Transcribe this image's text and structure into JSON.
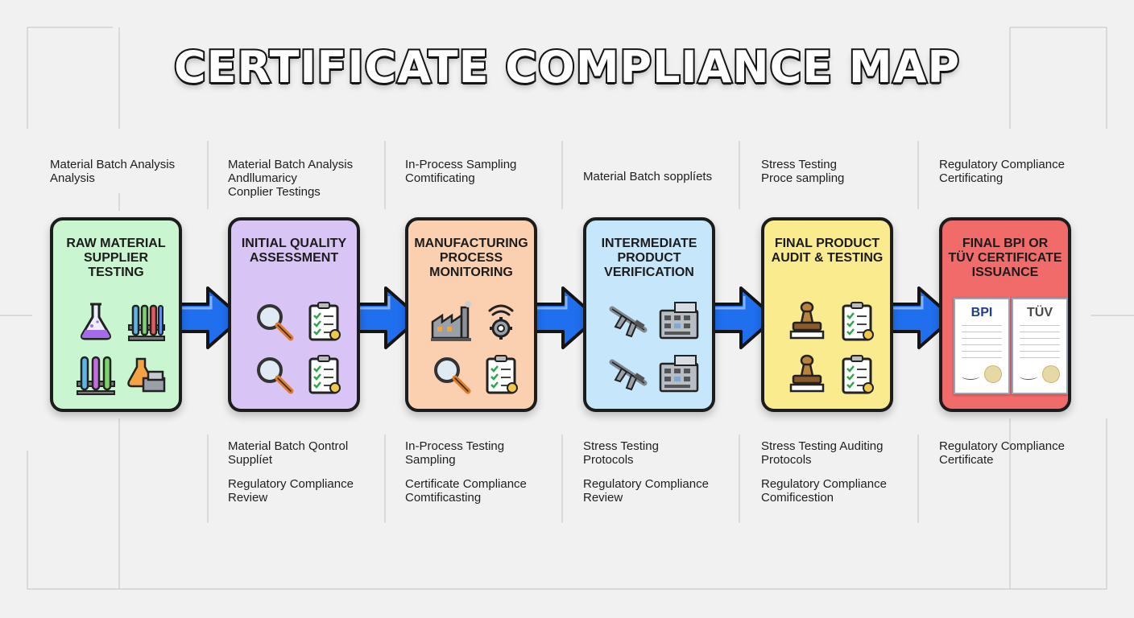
{
  "title": "CERTIFICATE COMPLIANCE MAP",
  "top_labels": [
    [
      "Material Batch Analysis",
      "Analysis"
    ],
    [
      "Material Batch Analysis",
      "Andllumaricy",
      "Conplier Testings"
    ],
    [
      "In-Process Sampling",
      "Comtificating"
    ],
    [
      "Material Batch sopplíets"
    ],
    [
      "Stress Testing",
      "Proce sampling"
    ],
    [
      "Regulatory Compliance",
      "Certificating"
    ]
  ],
  "bottom_labels": [
    [],
    [
      [
        "Material Batch Qontrol",
        "Supplíet"
      ],
      [
        "Regulatory Compliance",
        "Review"
      ]
    ],
    [
      [
        "In-Process Testing",
        "Sampling"
      ],
      [
        "Certificate  Compliance",
        "Comtificasting"
      ]
    ],
    [
      [
        "Stress Testing",
        "Protocols"
      ],
      [
        "Regulatory Compliance",
        "Review"
      ]
    ],
    [
      [
        "Stress Testing Auditing",
        "Protocols"
      ],
      [
        "Regulatory Compliance",
        "Comificestion"
      ]
    ],
    [
      [
        "Regulatory Compliance",
        "Certificate"
      ]
    ]
  ],
  "stages": [
    {
      "id": "raw-material-supplier-testing",
      "name": [
        "RAW MATERIAL",
        "SUPPLIER",
        "TESTING"
      ],
      "color": "#c9f5d1",
      "icons": [
        "flask-icon",
        "test-tubes-rack-icon",
        "test-tubes-icon",
        "materials-icon"
      ]
    },
    {
      "id": "initial-quality-assessment",
      "name": [
        "INITIAL QUALITY",
        "ASSESSMENT"
      ],
      "color": "#d9c4f6",
      "icons": [
        "magnifier-icon",
        "checklist-icon",
        "magnifier-icon",
        "checklist-icon"
      ]
    },
    {
      "id": "manufacturing-process-monitoring",
      "name": [
        "MANUFACTURING",
        "PROCESS",
        "MONITORING"
      ],
      "color": "#fbd0b0",
      "icons": [
        "factory-icon",
        "gear-signal-icon",
        "magnifier-icon",
        "checklist-icon"
      ]
    },
    {
      "id": "intermediate-product-verification",
      "name": [
        "INTERMEDIATE",
        "PRODUCT",
        "VERIFICATION"
      ],
      "color": "#c6e7fb",
      "icons": [
        "caliper-icon",
        "control-panel-icon",
        "caliper-icon",
        "control-panel-icon"
      ]
    },
    {
      "id": "final-product-audit-testing",
      "name": [
        "FINAL PRODUCT",
        "AUDIT & TESTING"
      ],
      "color": "#fbeb8f",
      "icons": [
        "stamp-icon",
        "checklist-icon",
        "stamp-icon",
        "checklist-icon"
      ]
    },
    {
      "id": "final-bpi-tuv-certificate-issuance",
      "name": [
        "FINAL BPI OR",
        "TÜV CERTIFICATE",
        "ISSUANCE"
      ],
      "color": "#f26b6b",
      "certificates": [
        "BPI",
        "TÜV"
      ]
    }
  ],
  "arrows": [
    {
      "color": "#1f6fef"
    },
    {
      "color": "#1f6fef"
    },
    {
      "color": "#1f6fef"
    },
    {
      "color": "#1f6fef"
    },
    {
      "color": "#1f6fef"
    },
    {
      "color": "#f25a5a"
    }
  ]
}
